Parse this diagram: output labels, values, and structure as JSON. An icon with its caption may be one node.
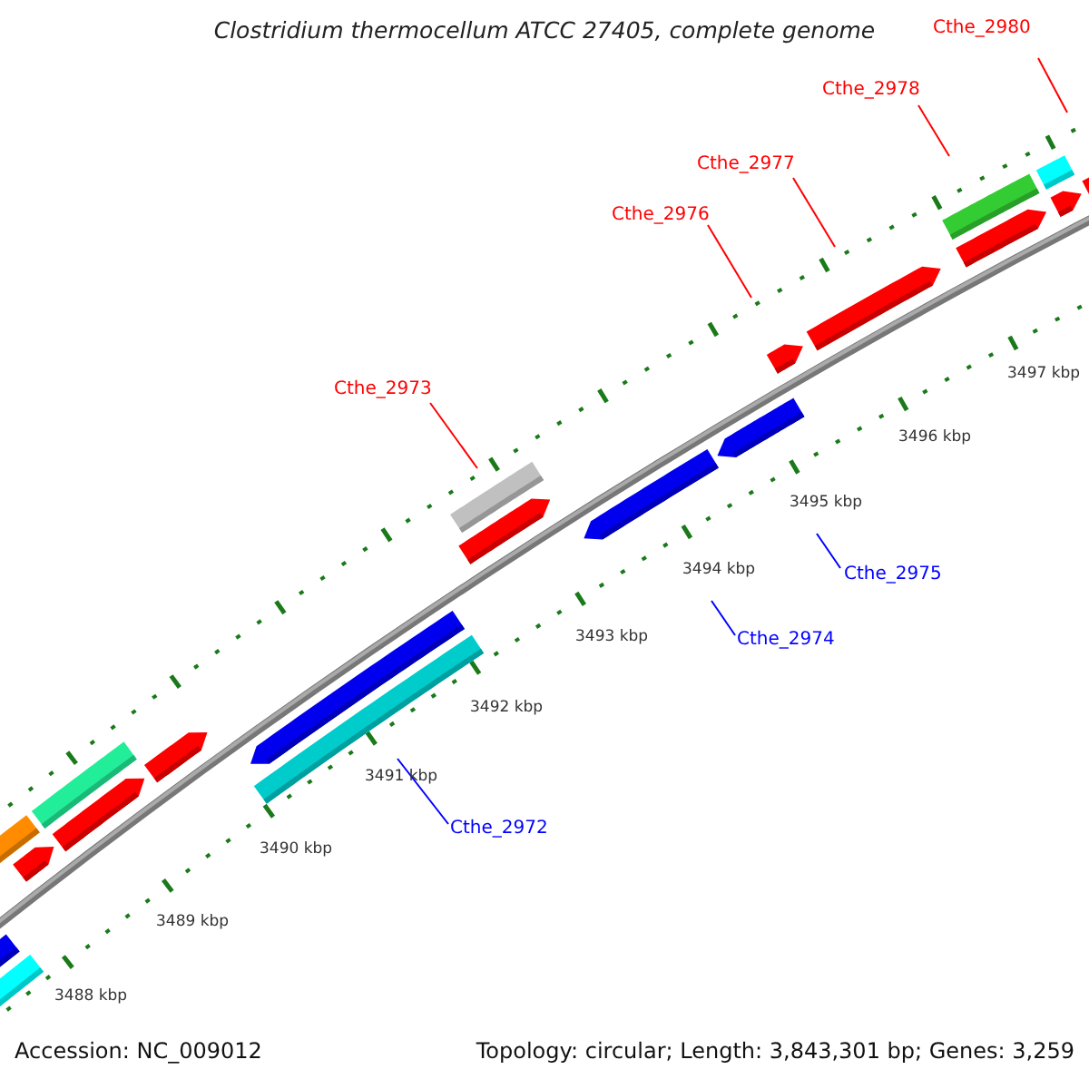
{
  "diagram": {
    "title": "Clostridium thermocellum ATCC 27405, complete genome",
    "nodes": [
      {
        "text": [
          "Cthe_2980"
        ]
      },
      {
        "text": [
          "Cthe_2978"
        ]
      },
      {
        "text": [
          "Cthe_2977"
        ]
      },
      {
        "text": [
          "Cthe_2976"
        ]
      },
      {
        "text": [
          "Cthe_2973"
        ]
      },
      {
        "text": [
          "Cthe_2975"
        ]
      },
      {
        "text": [
          "Cthe_2974"
        ]
      },
      {
        "text": [
          "Cthe_2972"
        ]
      }
    ],
    "edges": [
      {
        "from": 0,
        "to": null,
        "arrow": "none"
      },
      {
        "from": 1,
        "to": null,
        "arrow": "none"
      },
      {
        "from": 2,
        "to": null,
        "arrow": "none"
      },
      {
        "from": 3,
        "to": null,
        "arrow": "none"
      },
      {
        "from": 4,
        "to": null,
        "arrow": "none"
      },
      {
        "from": 5,
        "to": null,
        "arrow": "none",
        "color": "#0000ff"
      },
      {
        "from": 6,
        "to": null,
        "arrow": "none",
        "color": "#0000ff"
      },
      {
        "from": 7,
        "to": null,
        "arrow": "none",
        "color": "#0000ff"
      }
    ],
    "labels": [
      "3497 kbp",
      "3496 kbp",
      "3495 kbp",
      "3494 kbp",
      "3493 kbp",
      "3492 kbp",
      "3491 kbp",
      "3490 kbp",
      "3489 kbp",
      "3488 kbp",
      "Accession: NC_009012",
      "Topology: circular; Length: 3,843,301 bp; Genes: 3,259"
    ]
  }
}
